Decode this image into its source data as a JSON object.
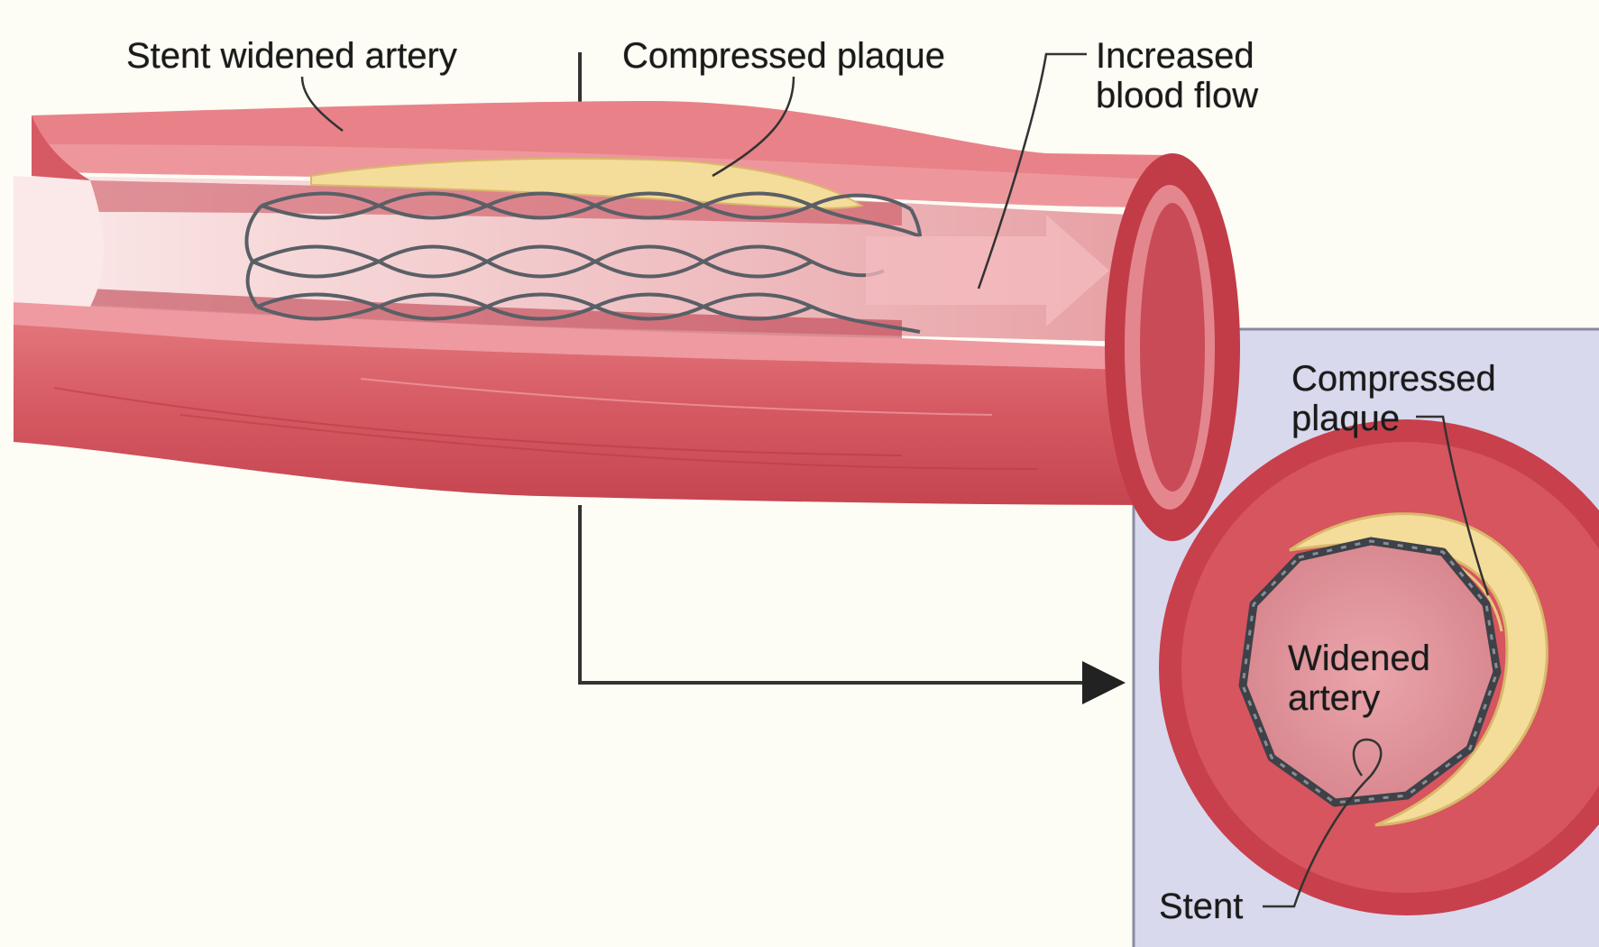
{
  "labels": {
    "stent_widened_artery": "Stent widened artery",
    "compressed_plaque_top": "Compressed plaque",
    "increased_blood_flow": [
      "Increased",
      "blood flow"
    ],
    "compressed_plaque_inset": [
      "Compressed",
      "plaque"
    ],
    "widened_artery": [
      "Widened",
      "artery"
    ],
    "stent": "Stent"
  },
  "colors": {
    "background": "#fdfcf5",
    "artery_wall": "#d8636b",
    "artery_dark": "#b8323f",
    "artery_light": "#ec9aa0",
    "lumen": "#f2c4c6",
    "plaque": "#f2dc9c",
    "stent_mesh": "#555a60",
    "inset_panel": "#d9d9ee",
    "leader_line": "#333333"
  }
}
